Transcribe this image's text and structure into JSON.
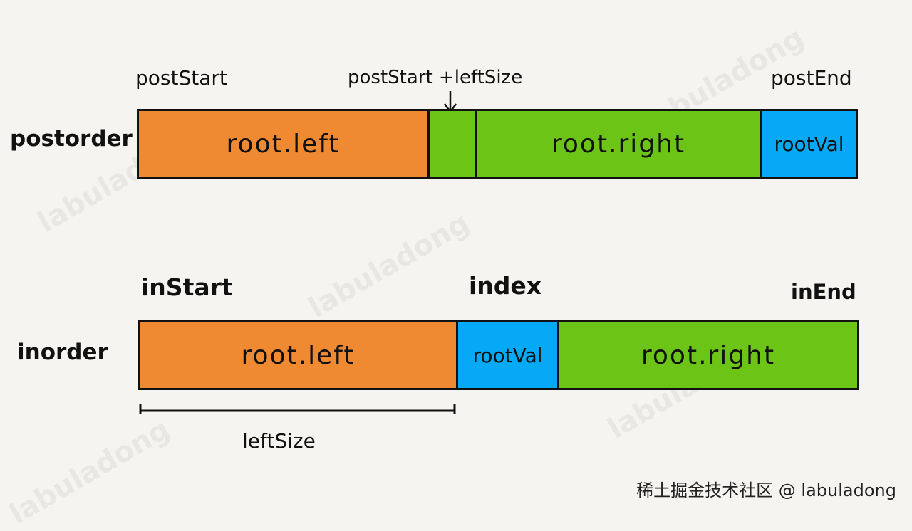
{
  "watermark": "labuladong",
  "postorder": {
    "row_label": "postorder",
    "markers": {
      "start": "postStart",
      "split": "postStart +leftSize",
      "end": "postEnd"
    },
    "segments": [
      {
        "label": "root.left",
        "color": "#ef8a33"
      },
      {
        "label": "",
        "color": "#6cc417"
      },
      {
        "label": "root.right",
        "color": "#6cc417"
      },
      {
        "label": "rootVal",
        "color": "#06a9f5"
      }
    ]
  },
  "inorder": {
    "row_label": "inorder",
    "markers": {
      "start": "inStart",
      "index": "index",
      "end": "inEnd"
    },
    "segments": [
      {
        "label": "root.left",
        "color": "#ef8a33"
      },
      {
        "label": "rootVal",
        "color": "#06a9f5"
      },
      {
        "label": "root.right",
        "color": "#6cc417"
      }
    ],
    "span_label": "leftSize"
  },
  "brand": "稀土掘金技术社区 @ labuladong"
}
